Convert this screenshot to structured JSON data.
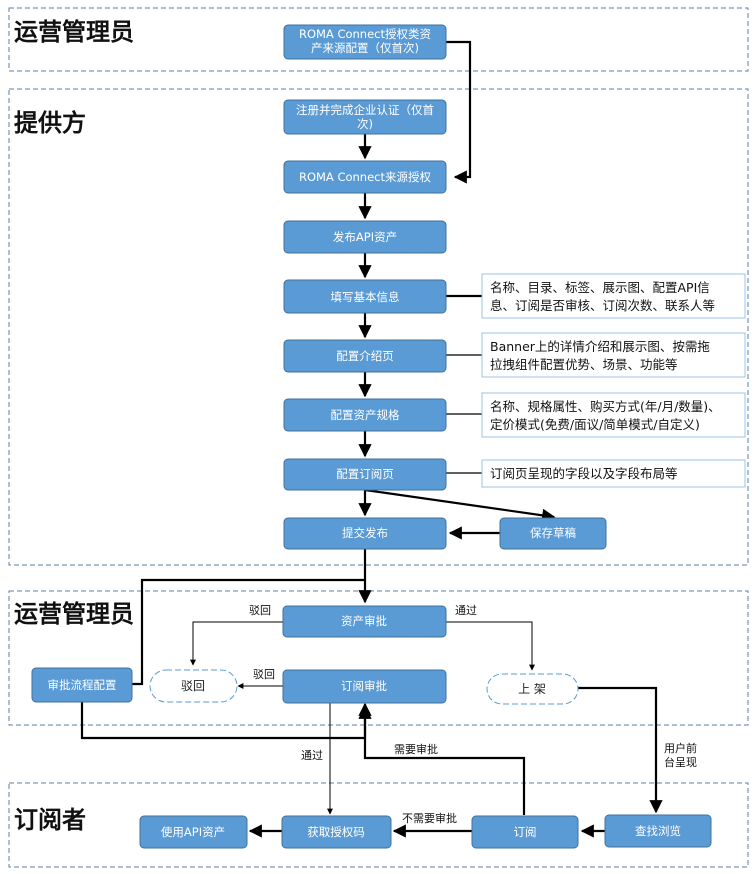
{
  "colors": {
    "box_fill": "#5b9bd5",
    "box_stroke": "#41719c",
    "lane_border": "#5b7fa6",
    "note_border": "#9dc3e6",
    "line": "#000000"
  },
  "lanes": {
    "ops_top": "运营管理员",
    "provider": "提供方",
    "ops_mid": "运营管理员",
    "subscriber": "订阅者"
  },
  "steps": {
    "source_config": [
      "ROMA Connect授权类资",
      "产来源配置（仅首次)"
    ],
    "register": [
      "注册并完成企业认证（仅首",
      "次)"
    ],
    "source_auth": "ROMA Connect来源授权",
    "publish_api": "发布API资产",
    "fill_info": "填写基本信息",
    "config_intro": "配置介绍页",
    "config_spec": "配置资产规格",
    "config_sub_page": "配置订阅页",
    "submit": "提交发布",
    "save_draft": "保存草稿",
    "asset_approval": "资产审批",
    "sub_approval": "订阅审批",
    "approval_flow": "审批流程配置",
    "reject": "驳回",
    "on_shelf": "上 架",
    "use_api": "使用API资产",
    "get_code": "获取授权码",
    "subscribe": "订阅",
    "browse": "查找浏览"
  },
  "notes": {
    "fill_info": [
      "名称、目录、标签、展示图、配置API信",
      "息、订阅是否审核、订阅次数、联系人等"
    ],
    "config_intro": [
      "Banner上的详情介绍和展示图、按需拖",
      "拉拽组件配置优势、场景、功能等"
    ],
    "config_spec": [
      "名称、规格属性、购买方式(年/月/数量)、",
      "定价模式(免费/面议/简单模式/自定义)"
    ],
    "config_sub_page": [
      "订阅页呈现的字段以及字段布局等"
    ]
  },
  "edge_labels": {
    "reject_1": "驳回",
    "pass_1": "通过",
    "reject_2": "驳回",
    "pass_2": "通过",
    "need_approval": "需要审批",
    "no_approval": "不需要审批",
    "frontend": [
      "用户前",
      "台呈现"
    ]
  }
}
